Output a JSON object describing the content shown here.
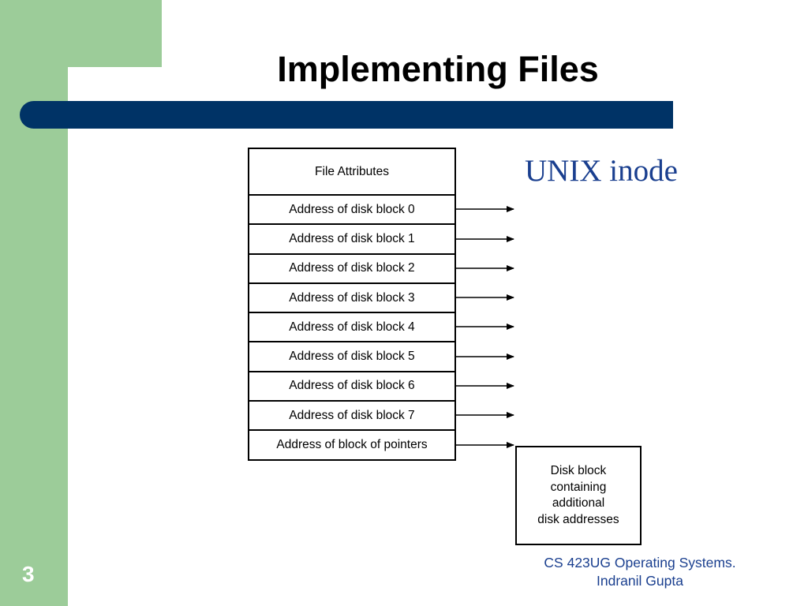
{
  "slide": {
    "title": "Implementing Files",
    "diagram_label": "UNIX inode",
    "number": "3",
    "footer_line1": "CS 423UG Operating Systems.",
    "footer_line2": "Indranil Gupta"
  },
  "inode": {
    "header": "File Attributes",
    "entries": [
      "Address of disk block 0",
      "Address of disk block 1",
      "Address of disk block 2",
      "Address of disk block 3",
      "Address of disk block 4",
      "Address of disk block 5",
      "Address of disk block 6",
      "Address of disk block 7",
      "Address of block of pointers"
    ]
  },
  "indirect_block": {
    "lines": [
      "Disk block",
      "containing",
      "additional",
      "disk addresses"
    ]
  },
  "colors": {
    "sidebar_green": "#9ccc99",
    "title_bar_navy": "#003366",
    "accent_blue": "#1a3f8f"
  }
}
